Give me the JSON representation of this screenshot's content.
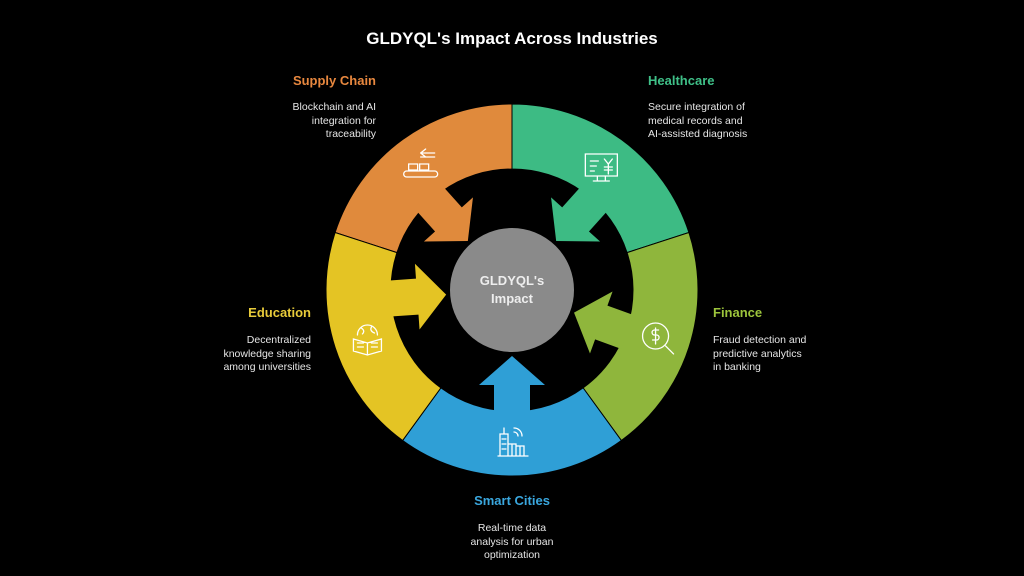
{
  "title": "GLDYQL's Impact Across Industries",
  "center": {
    "line1": "GLDYQL's",
    "line2": "Impact"
  },
  "segments": [
    {
      "name": "Supply Chain",
      "desc": [
        "Blockchain and AI",
        "integration for",
        "traceability"
      ],
      "color": "#e08a3c",
      "icon": "conveyor-icon"
    },
    {
      "name": "Healthcare",
      "desc": [
        "Secure integration of",
        "medical records and",
        "AI-assisted diagnosis"
      ],
      "color": "#3dbb84",
      "icon": "monitor-icon"
    },
    {
      "name": "Finance",
      "desc": [
        "Fraud detection and",
        "predictive analytics",
        "in banking"
      ],
      "color": "#8fb63c",
      "icon": "dollar-search-icon"
    },
    {
      "name": "Smart Cities",
      "desc": [
        "Real-time data",
        "analysis for urban",
        "optimization"
      ],
      "color": "#2f9fd6",
      "icon": "city-icon"
    },
    {
      "name": "Education",
      "desc": [
        "Decentralized",
        "knowledge sharing",
        "among universities"
      ],
      "color": "#e4c424",
      "icon": "globe-book-icon"
    }
  ]
}
